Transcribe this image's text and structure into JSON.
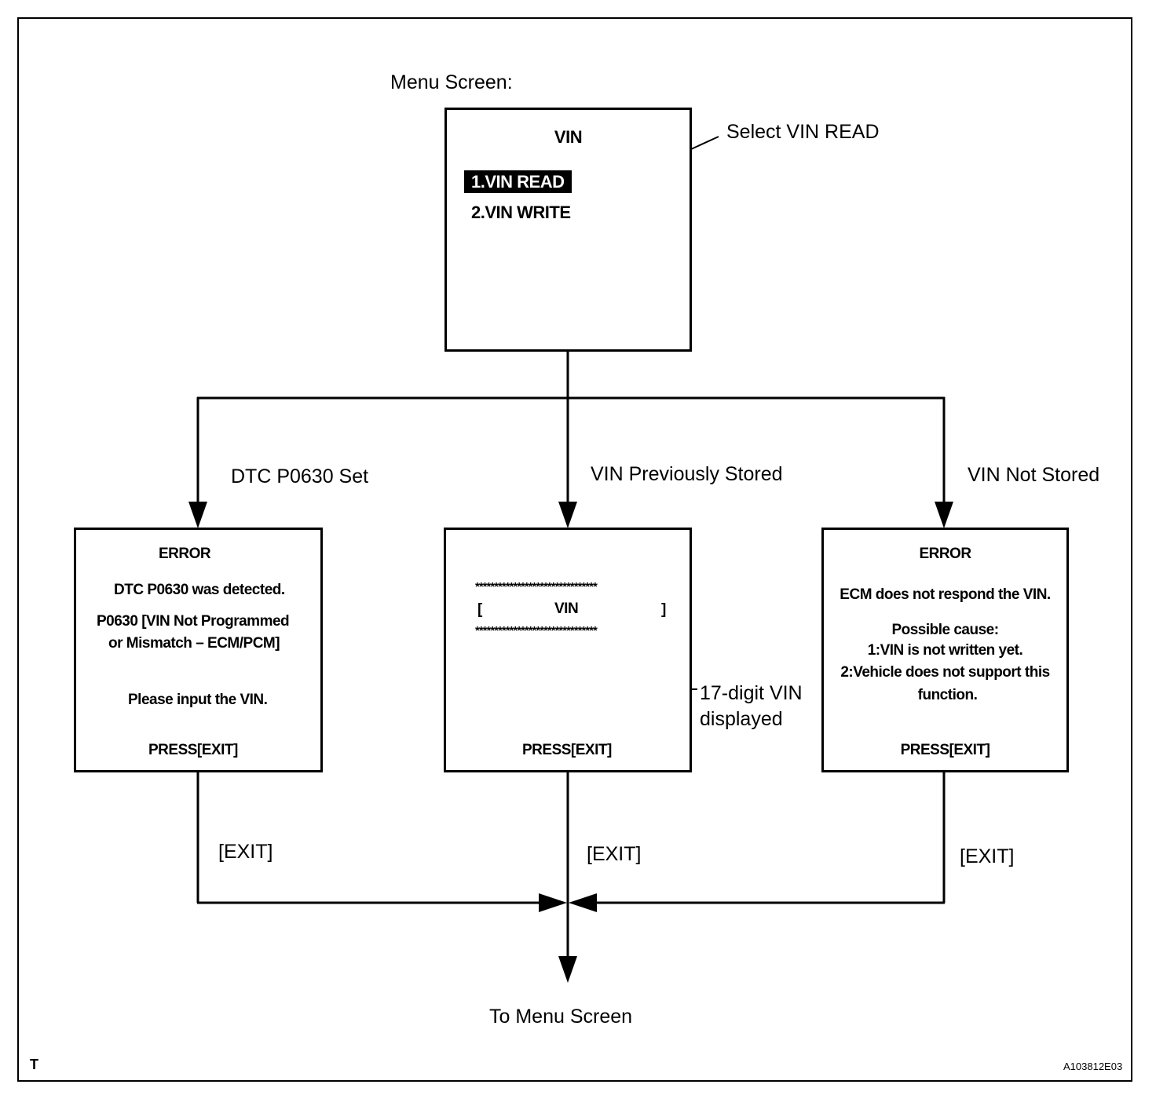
{
  "menu_screen": {
    "caption": "Menu Screen:",
    "title": "VIN",
    "items": [
      "1.VIN READ",
      "2.VIN WRITE"
    ],
    "callout": "Select VIN READ"
  },
  "branches": {
    "left": "DTC P0630 Set",
    "center": "VIN Previously Stored",
    "right": "VIN Not Stored"
  },
  "left_screen": {
    "title": "ERROR",
    "line1": "DTC P0630 was detected.",
    "line2": "P0630  [VIN Not Programmed",
    "line3": "or Mismatch – ECM/PCM]",
    "line4": "Please input the VIN.",
    "footer": "PRESS[EXIT]"
  },
  "center_screen": {
    "stars": "********************************",
    "bracket_open": "[",
    "vin": "VIN",
    "bracket_close": "]",
    "footer": "PRESS[EXIT]",
    "callout_line1": "17-digit VIN",
    "callout_line2": "displayed"
  },
  "right_screen": {
    "title": "ERROR",
    "line1": "ECM does not respond the VIN.",
    "line2": "Possible cause:",
    "line3": "1:VIN is not written yet.",
    "line4": "2:Vehicle does not support this",
    "line5": "function.",
    "footer": "PRESS[EXIT]"
  },
  "exit_labels": [
    "[EXIT]",
    "[EXIT]",
    "[EXIT]"
  ],
  "destination": "To Menu Screen",
  "corner_mark": "T",
  "figure_code": "A103812E03"
}
